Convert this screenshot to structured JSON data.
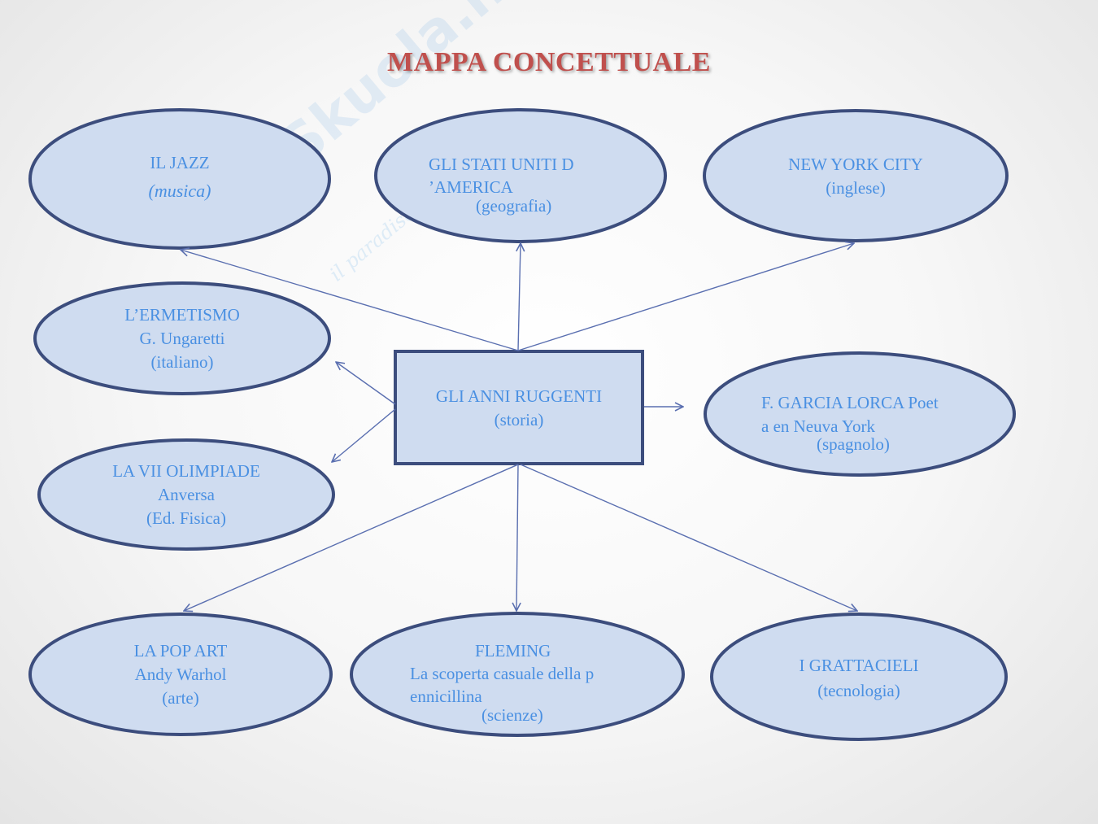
{
  "title": "MAPPA CONCETTUALE",
  "watermark": {
    "logo": "Skuola.net",
    "tagline": "il paradiso dello studente"
  },
  "center": {
    "line1": "GLI ANNI RUGGENTI",
    "line2": "(storia)"
  },
  "nodes": {
    "jazz": {
      "line1": "IL JAZZ",
      "line2": "(musica)"
    },
    "usa": {
      "line1": "GLI STATI UNITI D",
      "line2": "’AMERICA",
      "line3": "(geografia)"
    },
    "nyc": {
      "line1": "NEW YORK CITY",
      "line2": "(inglese)"
    },
    "ermetismo": {
      "line1": "L’ERMETISMO",
      "line2": "G. Ungaretti",
      "line3": "(italiano)"
    },
    "lorca": {
      "line1": "F. GARCIA LORCA Poet",
      "line2": "a en Neuva York",
      "line3": "(spagnolo)"
    },
    "olimpiade": {
      "line1": "LA VII OLIMPIADE",
      "line2": "Anversa",
      "line3": "(Ed. Fisica)"
    },
    "popart": {
      "line1": "LA POP ART",
      "line2": "Andy Warhol",
      "line3": "(arte)"
    },
    "fleming": {
      "line1": "FLEMING",
      "line2": "La scoperta casuale della p",
      "line3": "ennicillina",
      "line4": "(scienze)"
    },
    "grattacieli": {
      "line1": "I GRATTACIELI",
      "line2": "(tecnologia)"
    }
  },
  "colors": {
    "fill": "#cfdcf0",
    "stroke": "#3c4d7d",
    "text": "#4a90e2",
    "title": "#c0504d",
    "connector": "#5a6fb0"
  }
}
